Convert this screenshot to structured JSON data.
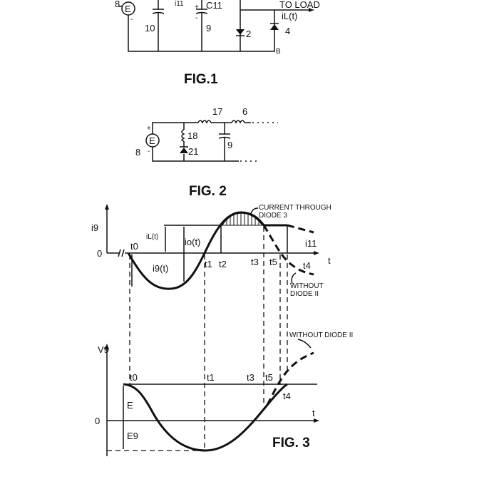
{
  "fig1": {
    "title": "FIG.1",
    "labels": {
      "source": "E",
      "source_ref": "8",
      "cap10": "10",
      "cap9": "9",
      "plus": "+",
      "minus": "-",
      "i11": "i11",
      "c11": "C11",
      "to_load": "TO LOAD",
      "il": "iL(t)",
      "diode2": "2",
      "diode4": "4",
      "node_b": "B"
    }
  },
  "fig2": {
    "title": "FIG. 2",
    "labels": {
      "source": "E",
      "source_ref": "8",
      "plus": "+",
      "minus": "-",
      "ind17": "17",
      "ind6": "6",
      "ind18": "18",
      "diode21": "21",
      "cap9": "9"
    }
  },
  "fig3": {
    "title": "FIG. 3",
    "top": {
      "ylabel": "i9",
      "zero": "0",
      "xlabel": "t",
      "t_labels": [
        "t0",
        "t1",
        "t2",
        "t3",
        "t5",
        "t4"
      ],
      "il": "iL(t)",
      "io": "io(t)",
      "ig": "i9(t)",
      "i11": "i11",
      "note_diode3": [
        "CURRENT THROUGH",
        "DIODE 3"
      ],
      "note_without": [
        "WITHOUT",
        "DIODE II"
      ]
    },
    "bottom": {
      "ylabel": "V9",
      "zero": "0",
      "xlabel": "t",
      "t_labels": [
        "t0",
        "t1",
        "t3",
        "t5",
        "t4"
      ],
      "e": "E",
      "e9": "E9",
      "note_without": "WITHOUT DIODE II"
    }
  }
}
